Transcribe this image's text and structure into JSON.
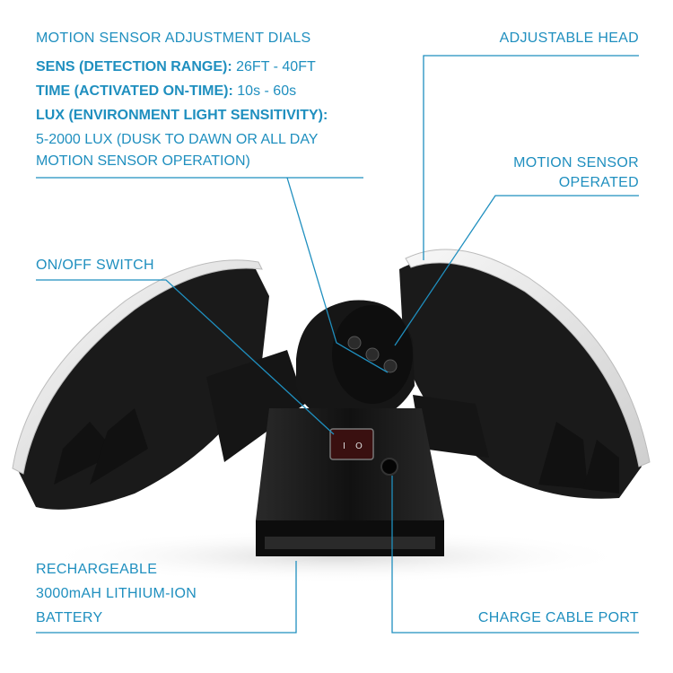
{
  "labels": {
    "dials_title": "MOTION SENSOR ADJUSTMENT DIALS",
    "sens_key": "SENS (DETECTION RANGE):",
    "sens_value": " 26FT - 40FT",
    "time_key": "TIME (ACTIVATED ON-TIME):",
    "time_value": " 10s - 60s",
    "lux_key": "LUX (ENVIRONMENT LIGHT SENSITIVITY):",
    "lux_line1": "5-2000 LUX (DUSK TO DAWN OR ALL DAY",
    "lux_line2": "MOTION SENSOR OPERATION)",
    "adjustable_head": "ADJUSTABLE HEAD",
    "motion_sensor_line1": "MOTION SENSOR",
    "motion_sensor_line2": "OPERATED",
    "onoff_switch": "ON/OFF SWITCH",
    "battery_line1": "RECHARGEABLE",
    "battery_line2": "3000mAH LITHIUM-ION",
    "battery_line3": "BATTERY",
    "charge_port": "CHARGE CABLE PORT"
  },
  "colors": {
    "accent": "#1f8fbf",
    "product_body": "#1c1c1c",
    "lens": "#e9e9e9"
  }
}
